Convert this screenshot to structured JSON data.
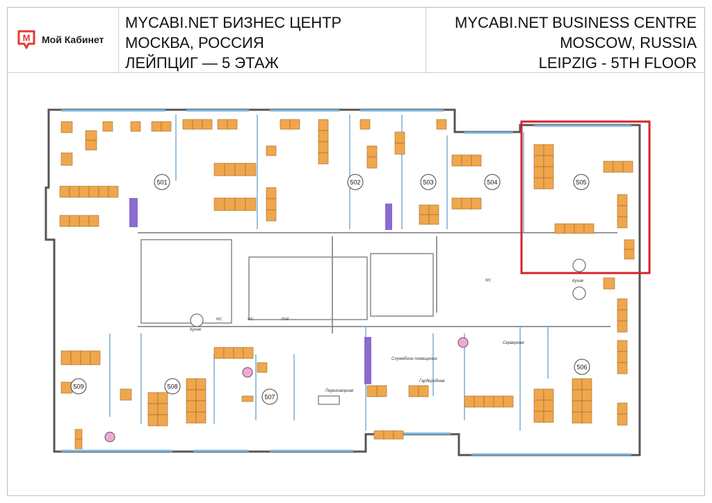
{
  "logo": {
    "mark": "М",
    "text": "Мой Кабинет",
    "accent": "#e53935"
  },
  "header": {
    "ru": [
      "MYCABI.NET БИЗНЕС ЦЕНТР",
      "МОСКВА, РОССИЯ",
      "ЛЕЙПЦИГ — 5 ЭТАЖ"
    ],
    "en": [
      "MYCABI.NET BUSINESS CENTRE",
      "MOSCOW, RUSSIA",
      "LEIPZIG - 5TH FLOOR"
    ]
  },
  "rooms": [
    "501",
    "502",
    "503",
    "504",
    "505",
    "506",
    "507",
    "508",
    "509"
  ],
  "labels": {
    "kitchen_left": "Кухня",
    "kitchen_right": "Кухня",
    "server": "Серверная",
    "service": "Служебное помещение",
    "wardrobe": "Гардеробная",
    "meeting": "Переговорная",
    "wc1": "WC",
    "wc2": "WC",
    "pui": "ПУИ",
    "wc3": "WC"
  },
  "colors": {
    "desk": "#f0a64c",
    "highlight": "#d4242a",
    "purple": "#8a6bcf",
    "window": "#7db4dc"
  }
}
